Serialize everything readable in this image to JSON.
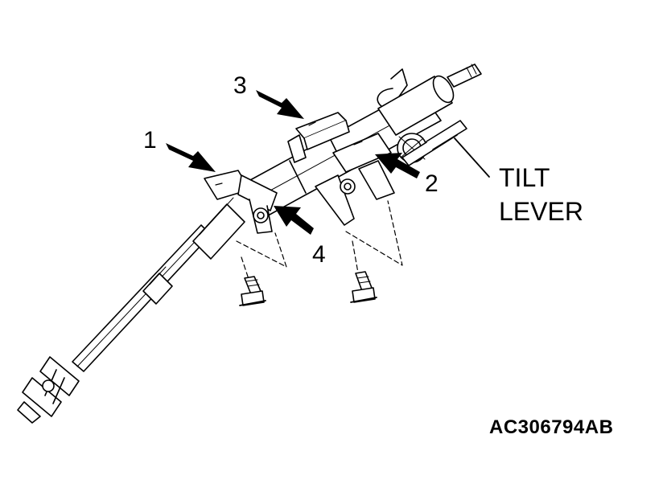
{
  "callouts": {
    "c1": "1",
    "c2": "2",
    "c3": "3",
    "c4": "4"
  },
  "tilt_lever": {
    "line1": "TILT",
    "line2": "LEVER"
  },
  "figure_code": "AC306794AB",
  "colors": {
    "ink": "#000000",
    "paper": "#ffffff",
    "shade": "#d9d9d9"
  }
}
